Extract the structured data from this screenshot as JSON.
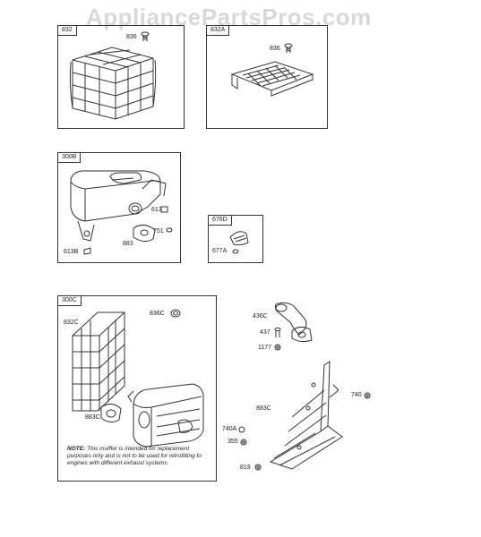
{
  "watermark": "AppliancePartsPros.com",
  "panels": {
    "p832": {
      "tag": "832",
      "labels": {
        "a": "836"
      }
    },
    "p832a": {
      "tag": "832A",
      "labels": {
        "a": "836"
      }
    },
    "p300b": {
      "tag": "300B",
      "labels": {
        "a": "613",
        "b": "751",
        "c": "883",
        "d": "613B"
      }
    },
    "p676d": {
      "tag": "676D",
      "labels": {
        "a": "677A"
      }
    },
    "p300c": {
      "tag": "300C",
      "labels": {
        "a": "836C",
        "b": "832C",
        "c": "883C"
      },
      "note_prefix": "NOTE:",
      "note_text": "This muffler is intended for replacement purposes only and is not to be used for retrofitting to engines with different exhaust systems."
    }
  },
  "loose_parts": {
    "labels": {
      "a": "436C",
      "b": "437",
      "c": "1177",
      "d": "740",
      "e": "883C",
      "f": "740A",
      "g": "355",
      "h": "819"
    }
  }
}
